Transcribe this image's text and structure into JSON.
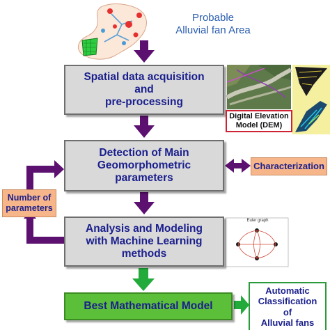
{
  "top_label": {
    "line1": "Probable",
    "line2": "Alluvial fan Area"
  },
  "steps": {
    "acquisition": [
      "Spatial data acquisition",
      "and",
      "pre-processing"
    ],
    "detection": [
      "Detection of Main",
      "Geomorphometric",
      "parameters"
    ],
    "analysis": [
      "Analysis and Modeling",
      "with Machine Learning",
      "methods"
    ],
    "best_model": "Best Mathematical Model"
  },
  "dem_label": {
    "line1": "Digital Elevation",
    "line2": "Model (DEM)"
  },
  "characterization": "Characterization",
  "number_of_parameters": {
    "line1": "Number of",
    "line2": "parameters"
  },
  "output": {
    "line1": "Automatic",
    "line2": "Classification",
    "line3": "of",
    "line4": "Alluvial fans"
  },
  "euler_graph": {
    "title": "Euler graph"
  },
  "colors": {
    "step_fill": "#d9d9d9",
    "model_fill": "#5bbf3a",
    "side_fill": "#f7b58a",
    "text": "#1a1f8c",
    "flow_arrow": "#5c1070",
    "output_arrow": "#22aa3a"
  }
}
